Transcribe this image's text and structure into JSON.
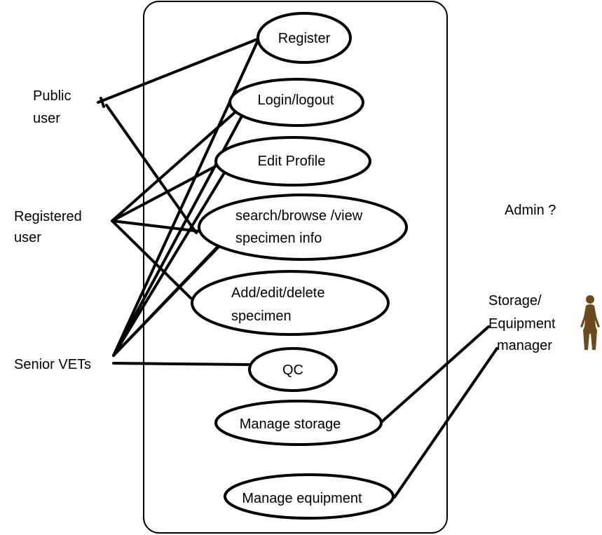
{
  "actors": {
    "public_user": [
      "Public",
      "user"
    ],
    "registered_user": [
      "Registered",
      "user"
    ],
    "senior_vets": "Senior VETs",
    "admin": "Admin ?",
    "storage_manager": [
      "Storage/",
      "Equipment",
      "manager"
    ]
  },
  "use_cases": {
    "register": "Register",
    "login": "Login/logout",
    "edit_profile": "Edit Profile",
    "search": [
      "search/browse /view",
      "specimen info"
    ],
    "add_specimen": [
      "Add/edit/delete",
      "specimen"
    ],
    "qc": "QC",
    "manage_storage": "Manage storage",
    "manage_equipment": "Manage equipment"
  },
  "colors": {
    "line": "#000000",
    "figure": "#6b4a1e"
  },
  "icons": {
    "storage_manager_figure": "person-silhouette-icon"
  }
}
